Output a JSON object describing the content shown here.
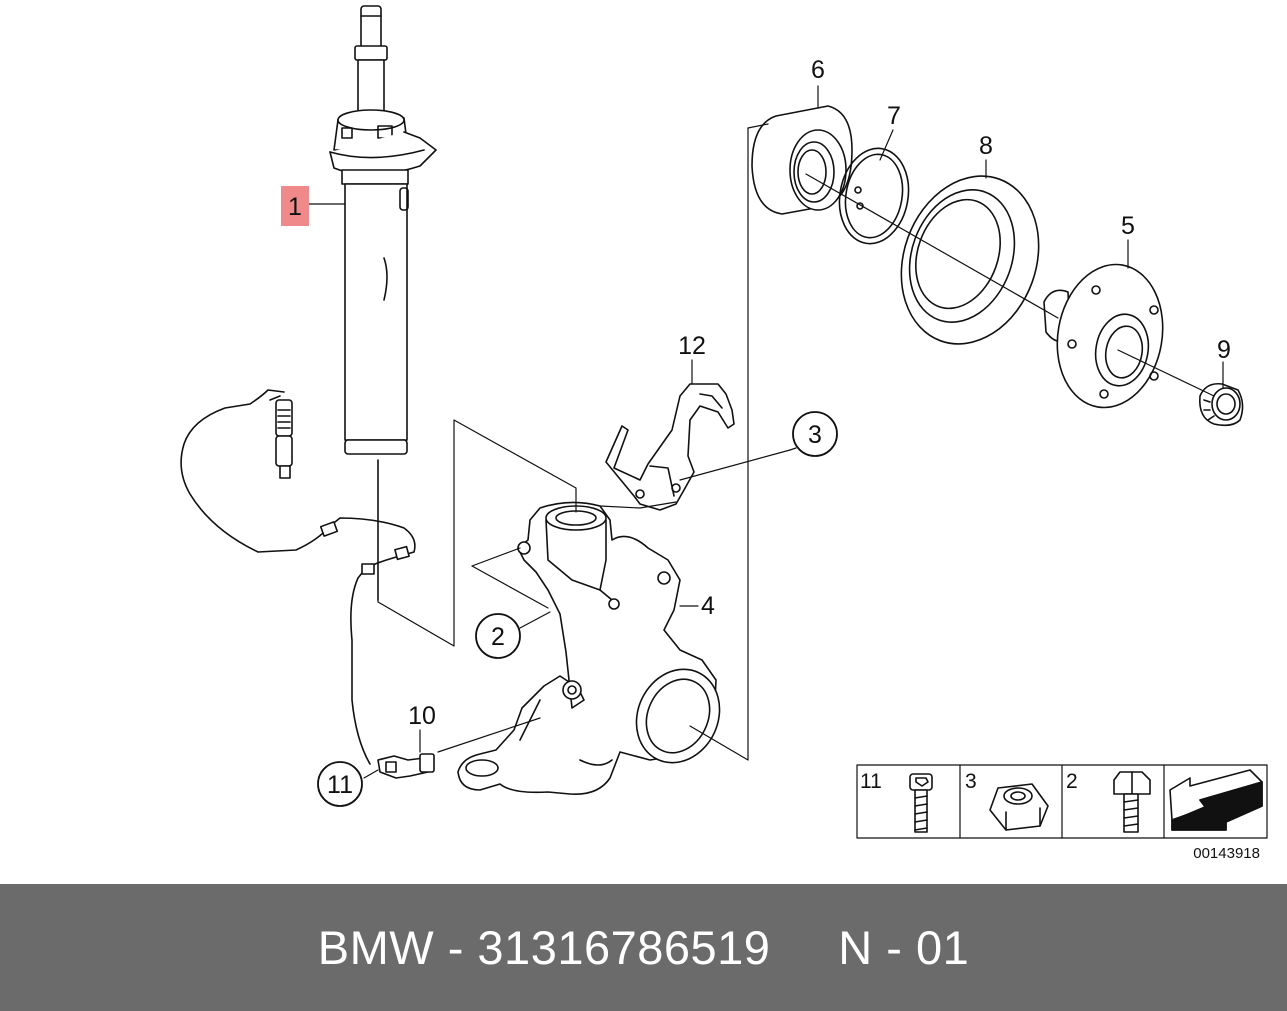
{
  "diagram": {
    "callouts": {
      "p1": "1",
      "p2": "2",
      "p3": "3",
      "p4": "4",
      "p5": "5",
      "p6": "6",
      "p7": "7",
      "p8": "8",
      "p9": "9",
      "p10": "10",
      "p11": "11",
      "p12": "12"
    },
    "highlighted_part": "1",
    "highlight_color": "#f08a8a",
    "legend": [
      {
        "label": "11",
        "icon": "cap-screw-icon"
      },
      {
        "label": "3",
        "icon": "hex-nut-icon"
      },
      {
        "label": "2",
        "icon": "hex-bolt-icon"
      },
      {
        "label": "",
        "icon": "direction-arrow-icon"
      }
    ],
    "drawing_number": "00143918"
  },
  "footer": {
    "text": "BMW - 31316786519     N - 01",
    "background": "#6b6b6b"
  }
}
